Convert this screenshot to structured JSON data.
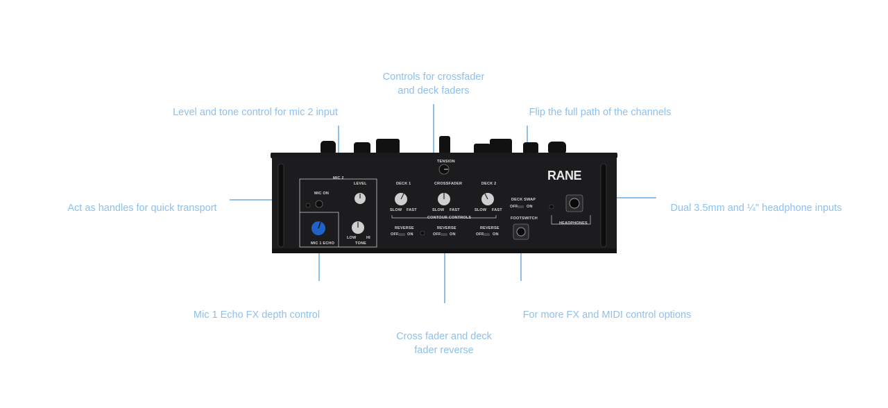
{
  "callouts": {
    "crossfader": {
      "line1": "Controls for crossfader",
      "line2": "and deck faders"
    },
    "mic2": "Level and tone control for mic 2 input",
    "flip": "Flip the full path of the channels",
    "handles": "Act as handles for quick transport",
    "headphones": "Dual 3.5mm and ¼\" headphone inputs",
    "mic1": "Mic 1 Echo FX depth control",
    "footswitch": "For more FX and MIDI control options",
    "reverse": {
      "line1": "Cross fader and deck",
      "line2": "fader reverse"
    }
  },
  "panel": {
    "brand": "RANE",
    "mic2": "MIC 2",
    "mic_on": "MIC ON",
    "level": "LEVEL",
    "tone": "TONE",
    "low": "LOW",
    "hi": "HI",
    "mic1_echo": "MIC 1 ECHO",
    "tension": "TENSION",
    "deck1": "DECK 1",
    "crossfader": "CROSSFADER",
    "deck2": "DECK 2",
    "slow": "SLOW",
    "fast": "FAST",
    "contour": "CONTOUR CONTROLS",
    "deck_swap": "DECK SWAP",
    "off": "OFF",
    "on": "ON",
    "reverse": "REVERSE",
    "footswitch": "FOOTSWITCH",
    "headphones": "HEADPHONES"
  },
  "colors": {
    "callout": "#8ec0ee",
    "panel": "#1c1c1e",
    "knob_accent": "#1f63c9"
  }
}
